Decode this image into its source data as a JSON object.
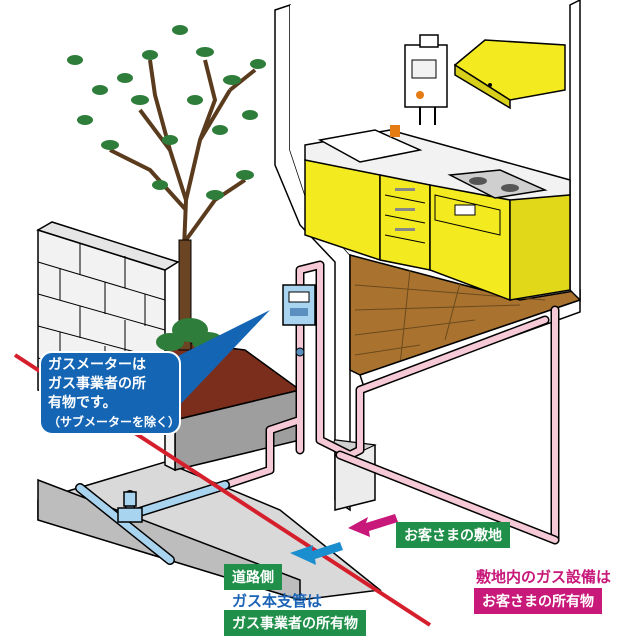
{
  "callout": {
    "line1": "ガスメーターは",
    "line2": "ガス事業者の所",
    "line3": "有物です。",
    "line4": "（サブメーターを除く）"
  },
  "labels": {
    "customer_premises": "お客さまの敷地",
    "road_side": "道路側",
    "main_pipe_line1": "ガス本支管は",
    "main_pipe_line2": "ガス事業者の所有物",
    "premises_equipment_line1": "敷地内のガス設備は",
    "premises_equipment_line2": "お客さまの所有物"
  },
  "colors": {
    "boundary_line": "#d61f2c",
    "customer_pipe": "#f5c9d6",
    "utility_pipe": "#a9d4f0",
    "kitchen_cabinet": "#f3ea1f",
    "floor": "#a9732f",
    "callout_bg": "#1565b5",
    "green_tag": "#1f8f4a",
    "magenta_tag": "#c8187a"
  }
}
